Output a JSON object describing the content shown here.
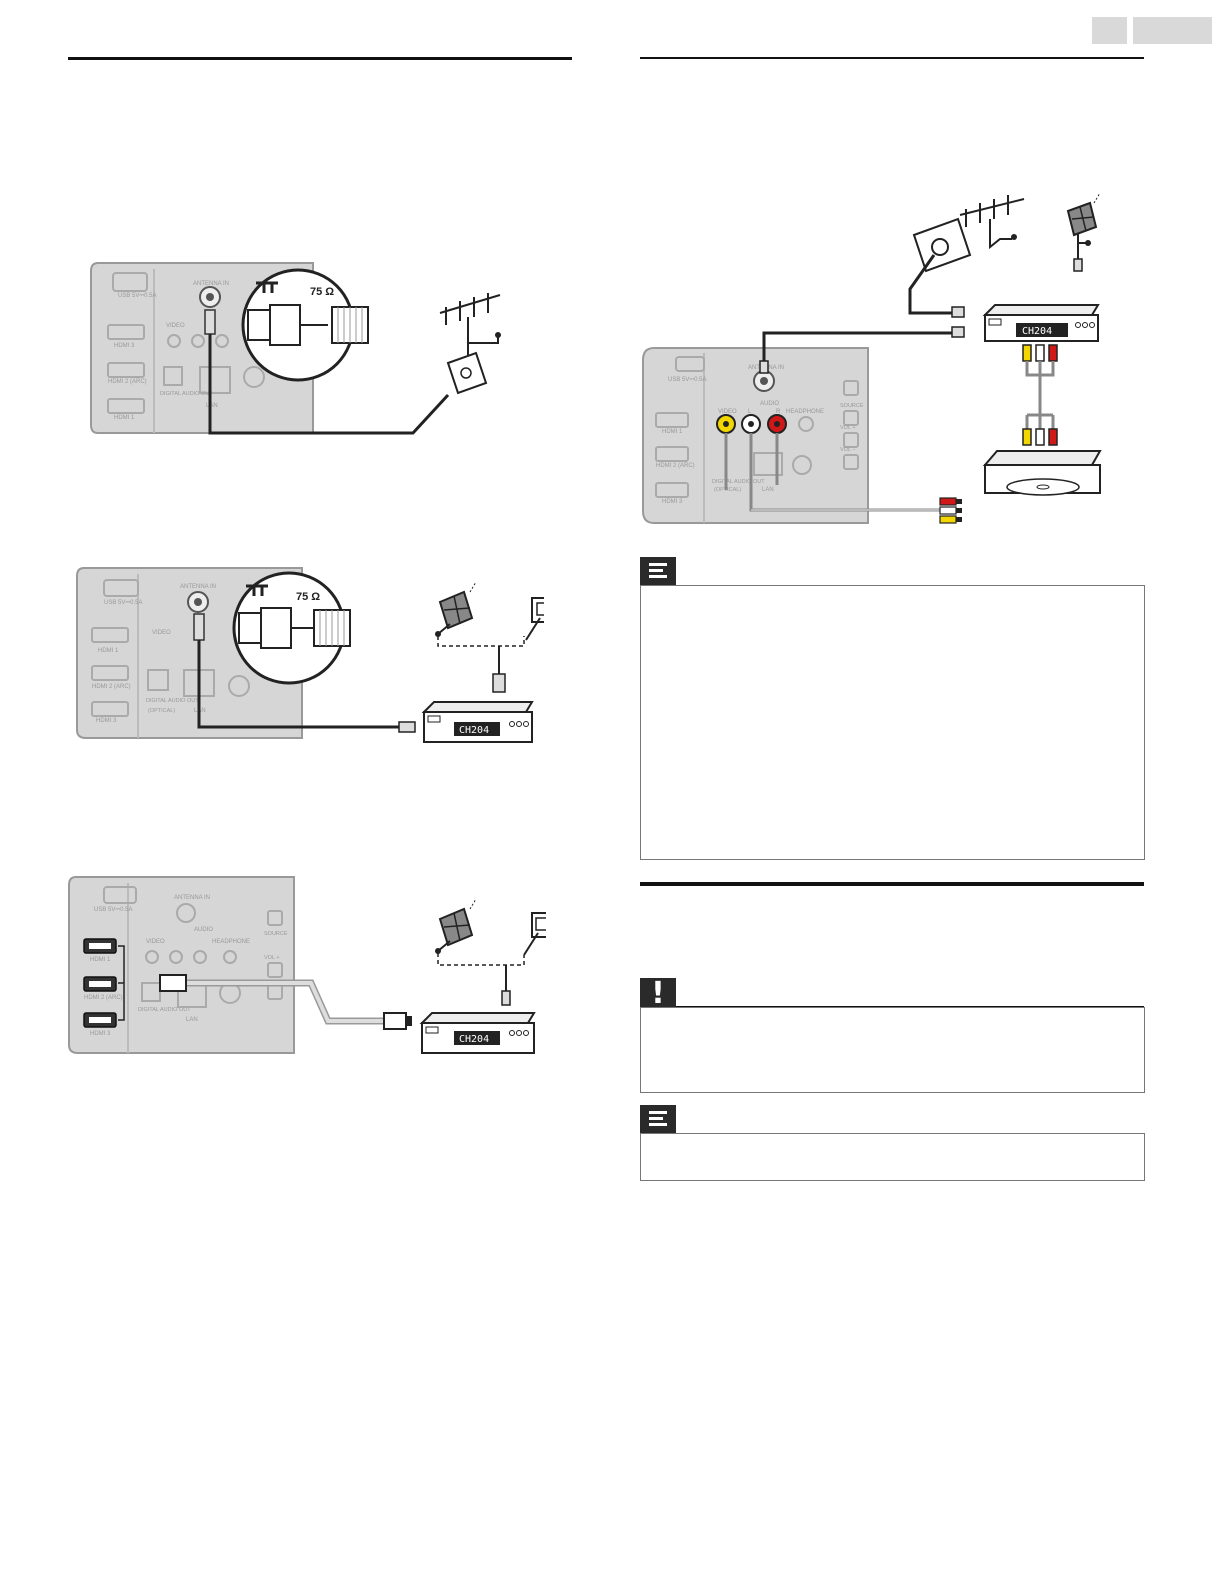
{
  "header": {
    "tab_small": "",
    "tab_large": ""
  },
  "tv_panel": {
    "usb_label": "USB 5V⎓0.5A",
    "antenna_in": "ANTENNA IN",
    "hdmi1": "HDMI 1",
    "hdmi2": "HDMI 2 (ARC)",
    "hdmi3": "HDMI 3",
    "video": "VIDEO",
    "audio": "AUDIO",
    "audio_l": "L",
    "audio_r": "R",
    "headphone": "HEADPHONE",
    "digital_audio_out": "DIGITAL AUDIO OUT",
    "optical": "(OPTICAL)",
    "lan": "LAN",
    "source": "SOURCE",
    "vol_plus": "VOL +",
    "vol_minus": "VOL −"
  },
  "connector": {
    "impedance": "75 Ω"
  },
  "set_top_box": {
    "display": "CH204"
  },
  "icons": {
    "note": "note-icon",
    "caution": "caution-icon",
    "antenna": "antenna-icon",
    "satellite": "satellite-dish-icon",
    "wall_outlet": "wall-outlet-icon",
    "dvd": "dvd-recorder-icon"
  },
  "warning_symbol": "!"
}
